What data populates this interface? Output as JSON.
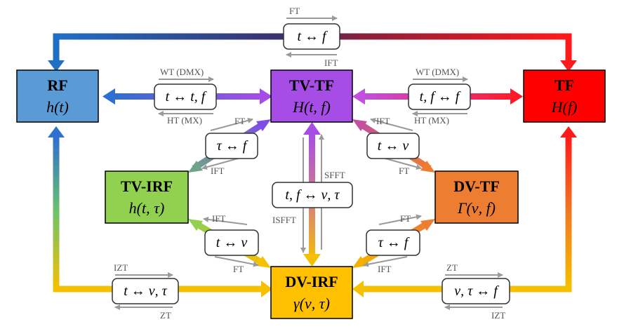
{
  "nodes": {
    "rf": {
      "title": "RF",
      "expr": "h(t)",
      "color": "#5b9bd5"
    },
    "tvtf": {
      "title": "TV-TF",
      "expr": "H(t, f)",
      "color": "#a64de6"
    },
    "tf": {
      "title": "TF",
      "expr": "H(f)",
      "color": "#ff0000"
    },
    "tvirf": {
      "title": "TV-IRF",
      "expr": "h(t, τ)",
      "color": "#92d050"
    },
    "dvtf": {
      "title": "DV-TF",
      "expr": "Γ(ν, f)",
      "color": "#ed7d31"
    },
    "dvirf": {
      "title": "DV-IRF",
      "expr": "γ(ν, τ)",
      "color": "#ffc000"
    }
  },
  "operators": {
    "top": "t ↔ f",
    "rf_tvtf": "t ↔ t, f",
    "tvtf_tf": "t, f ↔ f",
    "tvtf_tvirf": "τ ↔ f",
    "tvtf_dvtf": "t ↔ ν",
    "center": "t, f ↔ ν, τ",
    "tvirf_dvirf": "t ↔ ν",
    "dvtf_dvirf": "τ ↔ f",
    "rf_dvirf": "t ↔ ν, τ",
    "tf_dvirf": "ν, τ ↔ f"
  },
  "labels": {
    "top_ft": "FT",
    "top_ift": "IFT",
    "left_wt": "WT (DMX)",
    "left_ht": "HT (MX)",
    "right_wt": "WT (DMX)",
    "right_ht": "HT (MX)",
    "ul_ft": "FT",
    "ul_ift": "IFT",
    "ur_ift": "IFT",
    "ur_ft": "FT",
    "sfft": "SFFT",
    "isfft": "ISFFT",
    "ll_ift": "IFT",
    "ll_ft": "FT",
    "lr_ft": "FT",
    "lr_ift": "IFT",
    "bl_izt": "IZT",
    "bl_zt": "ZT",
    "br_zt": "ZT",
    "br_izt": "IZT"
  }
}
